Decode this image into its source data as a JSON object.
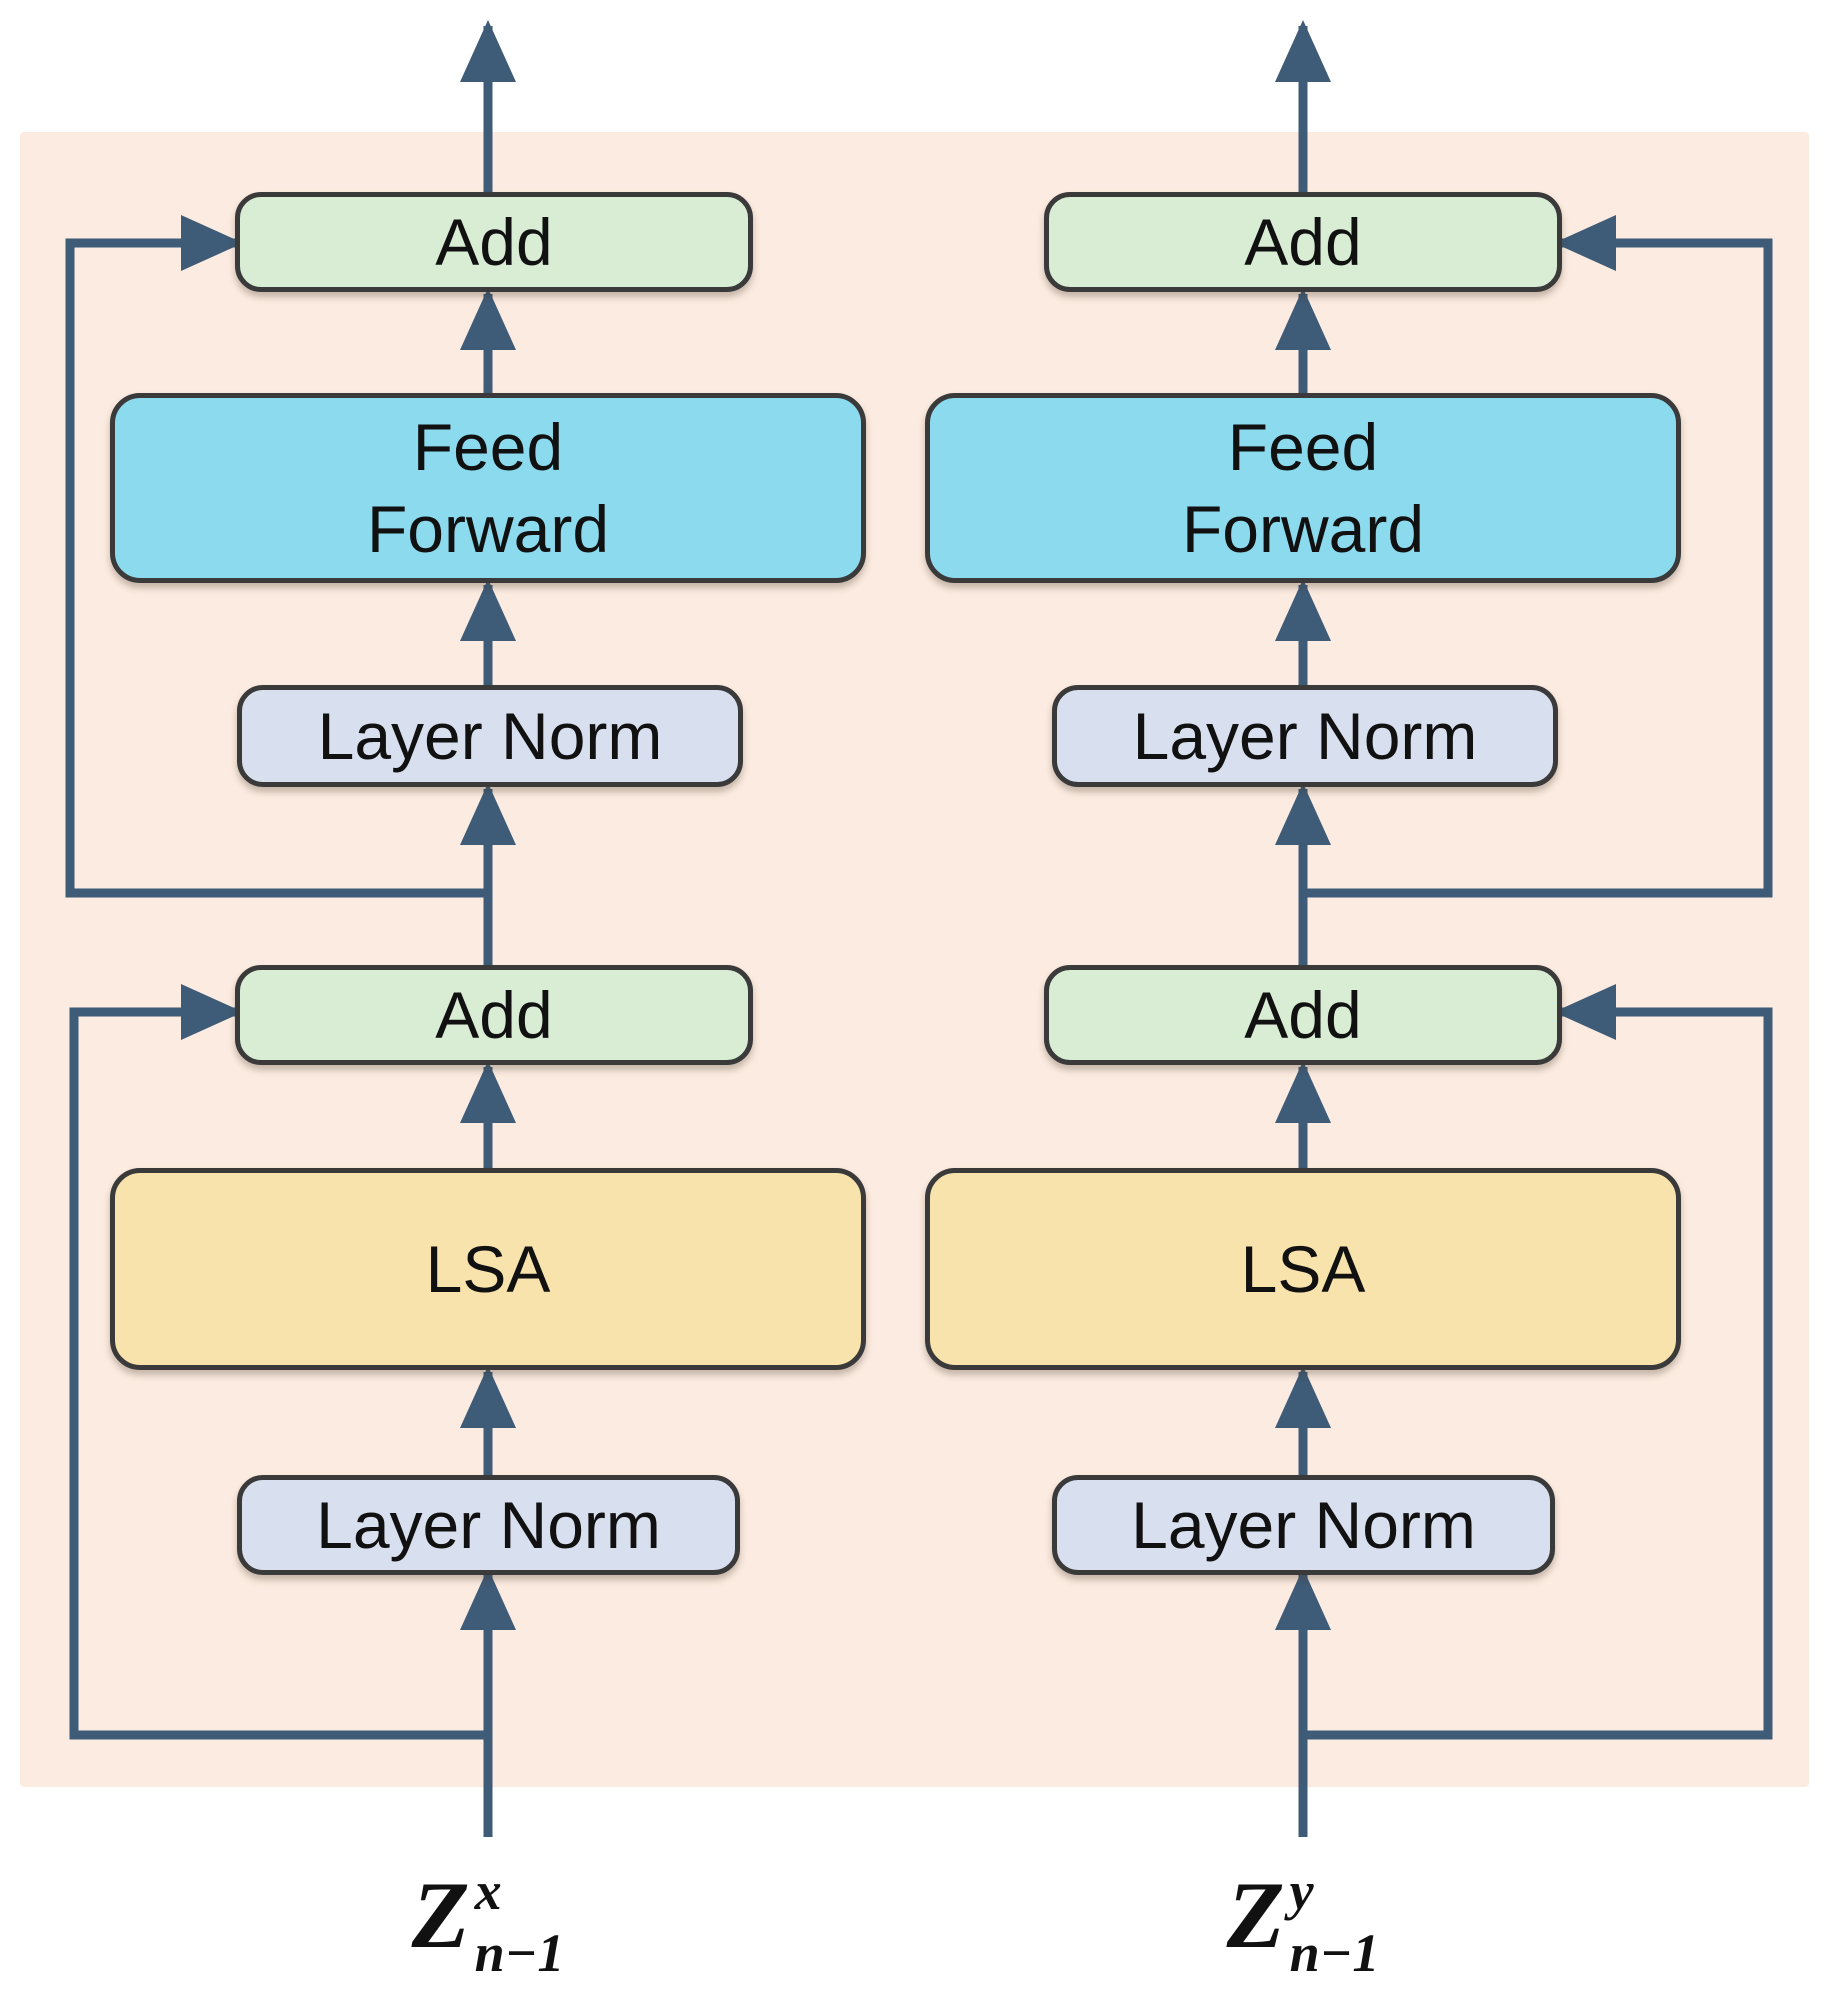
{
  "diagram": {
    "panel_bg": "#fcebe0",
    "line_color": "#3e5b77",
    "border_color": "#3a3a3a",
    "text_color": "#111111",
    "block_fills": {
      "add": "#d9ecd4",
      "feed_forward": "#8cdaee",
      "layer_norm": "#d8dfee",
      "lsa": "#f8e3ac"
    },
    "columns": [
      {
        "id": "x",
        "blocks": {
          "add_top": "Add",
          "feed_forward": "Feed\nForward",
          "layer_norm_top": "Layer Norm",
          "add_bottom": "Add",
          "lsa": "LSA",
          "layer_norm_bottom": "Layer Norm"
        },
        "input_label": {
          "base": "Z",
          "superscript": "x",
          "subscript": "n−1"
        }
      },
      {
        "id": "y",
        "blocks": {
          "add_top": "Add",
          "feed_forward": "Feed\nForward",
          "layer_norm_top": "Layer Norm",
          "add_bottom": "Add",
          "lsa": "LSA",
          "layer_norm_bottom": "Layer Norm"
        },
        "input_label": {
          "base": "Z",
          "superscript": "y",
          "subscript": "n−1"
        }
      }
    ]
  }
}
